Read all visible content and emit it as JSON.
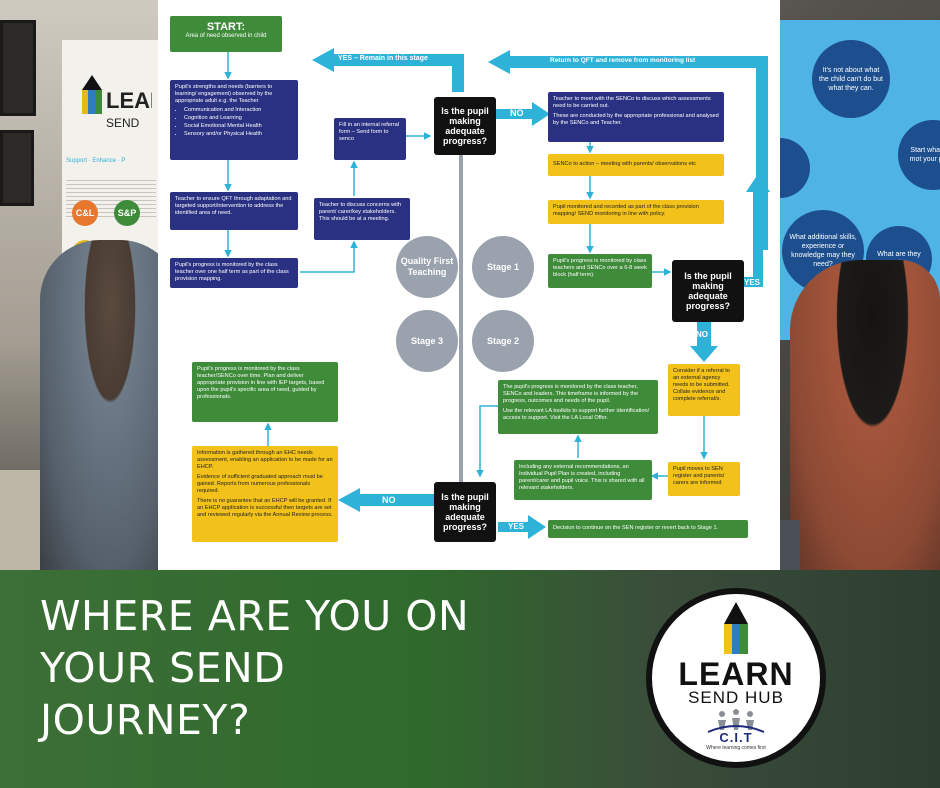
{
  "photo": {
    "banner_logo": "LEAR",
    "banner_logo_sub": "SEND",
    "banner_tagline": "Support · Enhance · P",
    "badges": [
      {
        "text": "C&L",
        "color": "#e8772e"
      },
      {
        "text": "S&P",
        "color": "#3e8b3a"
      },
      {
        "text": "",
        "color": "#e5b81b"
      }
    ],
    "screen_circles": [
      "It's not about what the child can't do but what they can.",
      "Start what and mot your perso",
      "What additional skills, experience or knowledge may they need?",
      "What are they tale"
    ]
  },
  "flow": {
    "start_title": "START:",
    "start_sub": "Area of need observed in child",
    "yes_remain": "YES – Remain in this stage",
    "return_qft": "Return to QFT and remove from monitoring list",
    "strengths_text": "Pupil's strengths and needs (barriers to learning/ engagement) observed by the appropriate adult e.g. the Teacher",
    "strengths_list": [
      "Communication and Interaction",
      "Cognition and Learning",
      "Social Emotional Mental Health",
      "Sensory and/or Physical Health"
    ],
    "qft_text": "Teacher to ensure QFT through adaptation and targeted support/intervention to address the identified area of need.",
    "monitored_text": "Pupil's progress is monitored by the class teacher over one half term as part of the class provision mapping.",
    "referral_text": "Fill in an internal referral form – Send form to senco",
    "discuss_concerns": "Teacher to discuss concerns with parent/ carer/key stakeholders. This should be at a meeting.",
    "decision_1": "Is the pupil making adequate progress?",
    "no_1": "NO",
    "senco_meet_1": "Teacher to meet with the SENCo to discuss which assessments need to be carried out.",
    "senco_meet_2": "These are conducted by the appropriate professional and analysed by the SENCo and Teacher.",
    "senco_action": "SENCo to action – meeting with parents/ observations etc",
    "pupil_monitored_recorded": "Pupil monitored and recorded as part of the class provision mapping/ SEND monitoring in line with policy.",
    "monitored_6_8": "Pupil's progress is monitored by class teachers and SENCo over a 6-8 week block (half term).",
    "decision_2": "Is the pupil making adequate progress?",
    "yes_2": "YES",
    "no_2": "NO",
    "stage_qft": "Quality First Teaching",
    "stage_1": "Stage 1",
    "stage_2": "Stage 2",
    "stage_3": "Stage 3",
    "external_agency": "Consider if a referral to an external agency needs to be submitted. Collate evidence and complete referral/s.",
    "stage2_monitor_1": "The pupil's progress is monitored by the class teacher, SENCo and leaders. This timeframe is informed by the progress, outcomes and needs of the pupil.",
    "stage2_monitor_2": "Use the relevant LA toolkits to support further identification/ access to support. Visit the LA Local Offer.",
    "ipp_text": "Including any external recommendations, an Individual Pupil Plan is created, including parent/carer and pupil voice. This is shared with all relevant stakeholders.",
    "sen_register": "Pupil moves to SEN register and parents/ carers are informed",
    "stage3_monitor": "Pupil's progress is monitored by the class teacher/SENCo over time. Plan and deliver appropriate provision in line with IEP targets, based upon the pupil's specific area of need, guided by professionals.",
    "ehc_1": "Information is gathered through an EHC needs assessment, enabling an application to be made for an EHCP.",
    "ehc_2": "Evidence of sufficient graduated approach must be gained. Reports from numerous professionals required.",
    "ehc_3": "There is no guarantee that an EHCP will be granted. If an EHCP application is successful then targets are set and reviewed regularly via the Annual Review process.",
    "decision_3": "Is the pupil making adequate progress?",
    "no_3": "NO",
    "yes_3": "YES",
    "decision_continue": "Decision to continue on the SEN register or revert back to Stage 1."
  },
  "headline": [
    "WHERE ARE YOU ON",
    "YOUR SEND",
    "JOURNEY?"
  ],
  "logo": {
    "word1": "LEARN",
    "word2": "SEND HUB",
    "word3": "C.I.T",
    "tagline": "Where learning comes first"
  },
  "colors": {
    "navy": "#2b3182",
    "green": "#3e8b3a",
    "yellow": "#f2c21b",
    "arrow": "#2fb2d8",
    "band": "#2f6a2c"
  }
}
